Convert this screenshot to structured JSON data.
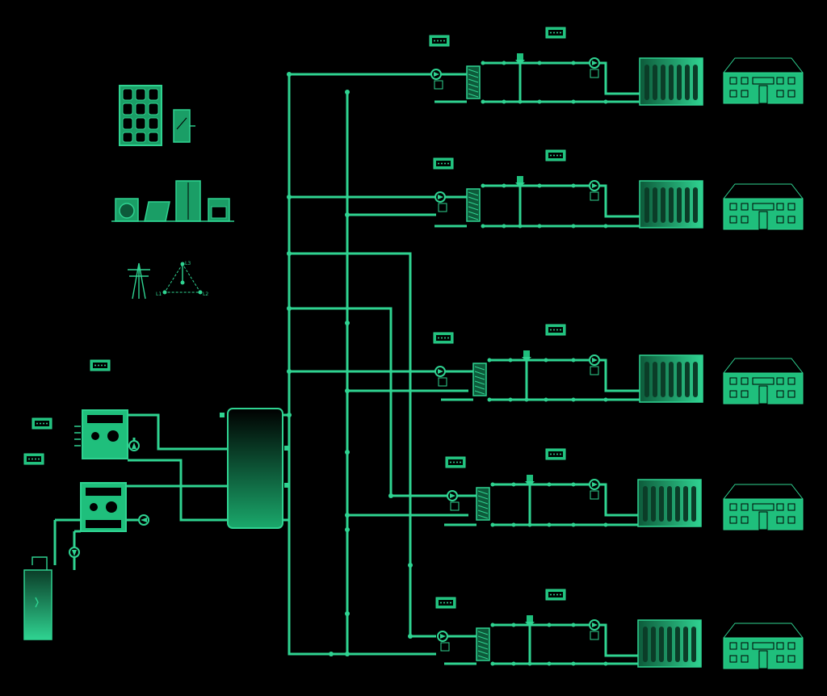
{
  "colors": {
    "background": "#000000",
    "accent": "#2fd391",
    "accent_dark": "#0b3d28",
    "fill": "#1fbf7c"
  },
  "phase_labels": [
    "L1",
    "L2",
    "L3"
  ],
  "icons": {
    "solar": "solar-panel-icon",
    "inverter": "inverter-icon",
    "washer": "washing-machine-icon",
    "dryer": "tumble-dryer-icon",
    "fridge": "fridge-icon",
    "oven": "oven-icon",
    "pylon": "power-pylon-icon",
    "grid": "three-phase-grid-icon",
    "heat_pump": "heat-pump-icon",
    "storage_tank": "buffer-tank-icon",
    "well": "ground-well-icon",
    "heat_exchanger": "heat-exchanger-icon",
    "pump": "pump-icon",
    "mixing_valve": "mixing-valve-icon",
    "radiator": "radiator-icon",
    "house": "house-icon",
    "controller": "controller-icon"
  },
  "circuits_count": 5
}
